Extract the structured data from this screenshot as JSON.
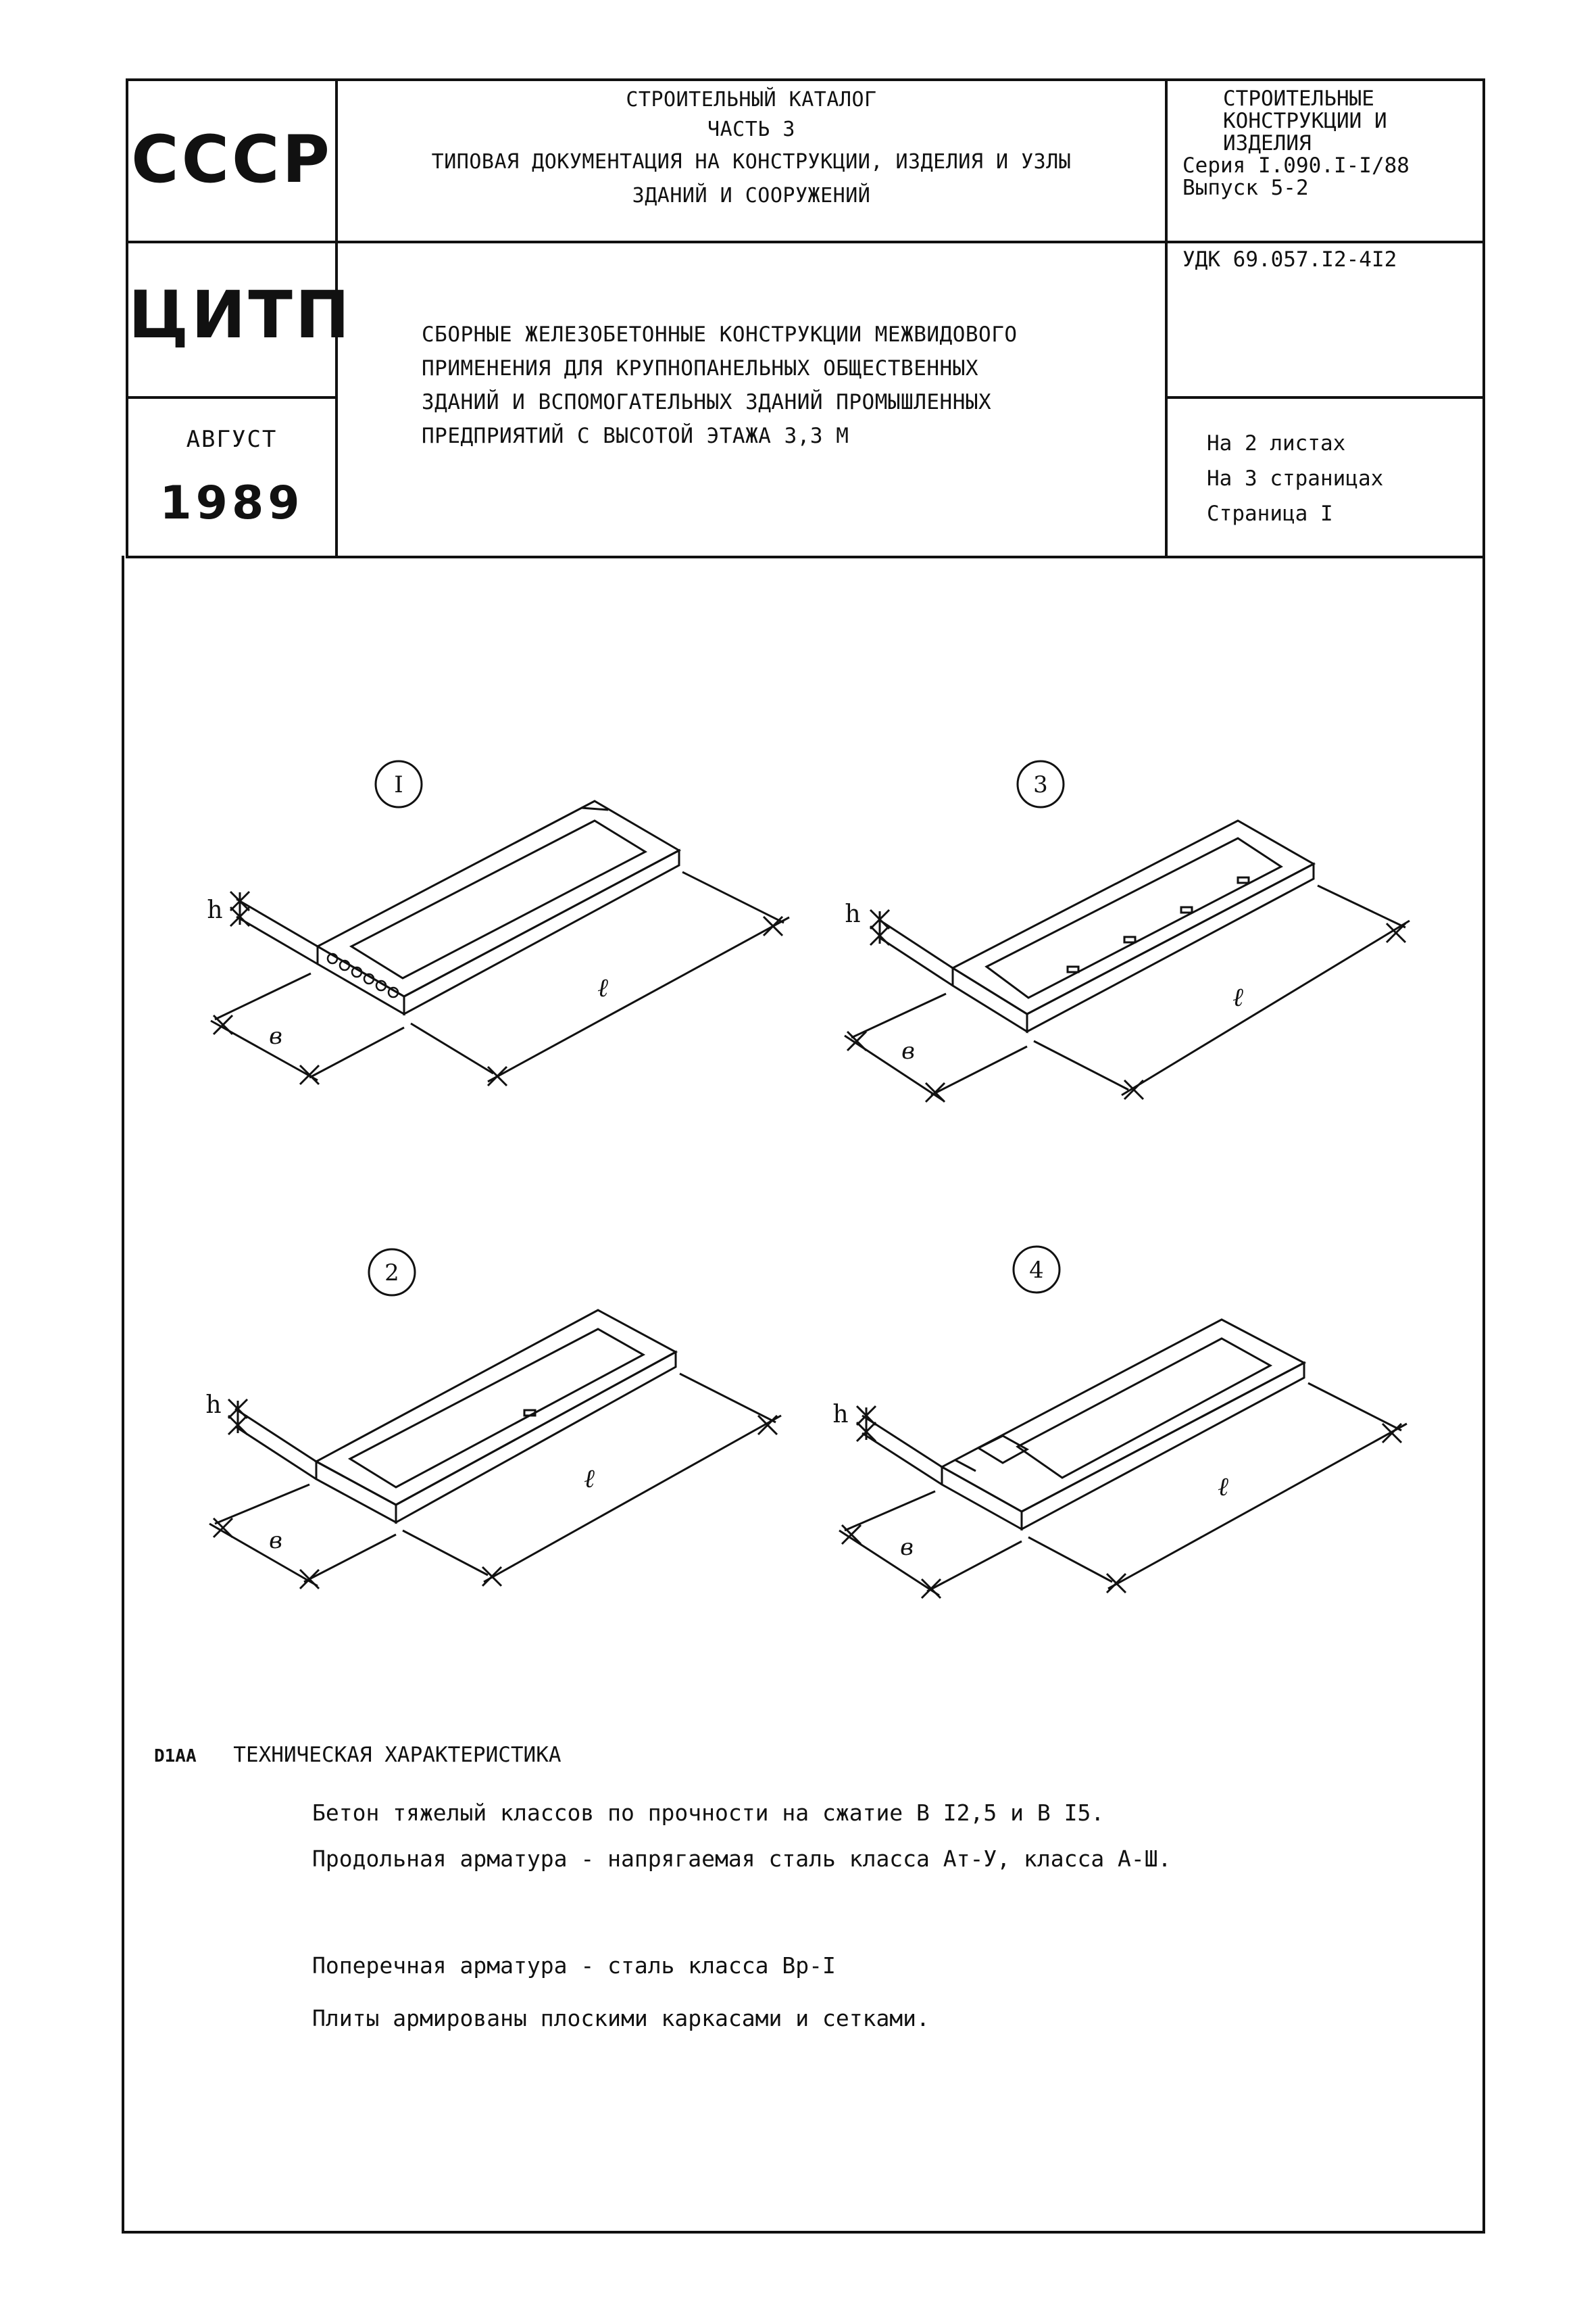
{
  "header": {
    "country": "СССР",
    "org": "ЦИТП",
    "month": "АВГУСТ",
    "year": "1989",
    "catalog_lines": [
      "СТРОИТЕЛЬНЫЙ КАТАЛОГ",
      "ЧАСТЬ 3",
      "ТИПОВАЯ ДОКУМЕНТАЦИЯ НА КОНСТРУКЦИИ, ИЗДЕЛИЯ И УЗЛЫ",
      "ЗДАНИЙ И СООРУЖЕНИЙ"
    ],
    "section_lines": [
      "СТРОИТЕЛЬНЫЕ",
      "КОНСТРУКЦИИ И",
      "ИЗДЕЛИЯ",
      "Серия I.090.I-I/88",
      "Выпуск 5-2"
    ],
    "udk": "УДК 69.057.I2-4I2",
    "title_lines": [
      "СБОРНЫЕ ЖЕЛЕЗОБЕТОННЫЕ КОНСТРУКЦИИ МЕЖВИДОВОГО",
      "ПРИМЕНЕНИЯ ДЛЯ КРУПНОПАНЕЛЬНЫХ ОБЩЕСТВЕННЫХ",
      "ЗДАНИЙ И ВСПОМОГАТЕЛЬНЫХ ЗДАНИЙ ПРОМЫШЛЕННЫХ",
      "ПРЕДПРИЯТИЙ С ВЫСОТОЙ ЭТАЖА 3,3 М"
    ],
    "sheets": "На 2 листах",
    "pages": "На 3 страницах",
    "page": "Страница I"
  },
  "figures": [
    {
      "number": "I",
      "h": "h",
      "b": "в",
      "l": "ℓ"
    },
    {
      "number": "3",
      "h": "h",
      "b": "в",
      "l": "ℓ"
    },
    {
      "number": "2",
      "h": "h",
      "b": "в",
      "l": "ℓ"
    },
    {
      "number": "4",
      "h": "h",
      "b": "в",
      "l": "ℓ"
    }
  ],
  "tech": {
    "code": "D1AA",
    "heading": "ТЕХНИЧЕСКАЯ ХАРАКТЕРИСТИКА",
    "lines": [
      "Бетон тяжелый классов по прочности на сжатие В I2,5  и В I5.",
      "Продольная арматура  -   напрягаемая сталь класса Ат-У, класса А-Ш.",
      "Поперечная арматура  - сталь класса Вр-I",
      "Плиты армированы плоскими каркасами и сетками."
    ]
  }
}
